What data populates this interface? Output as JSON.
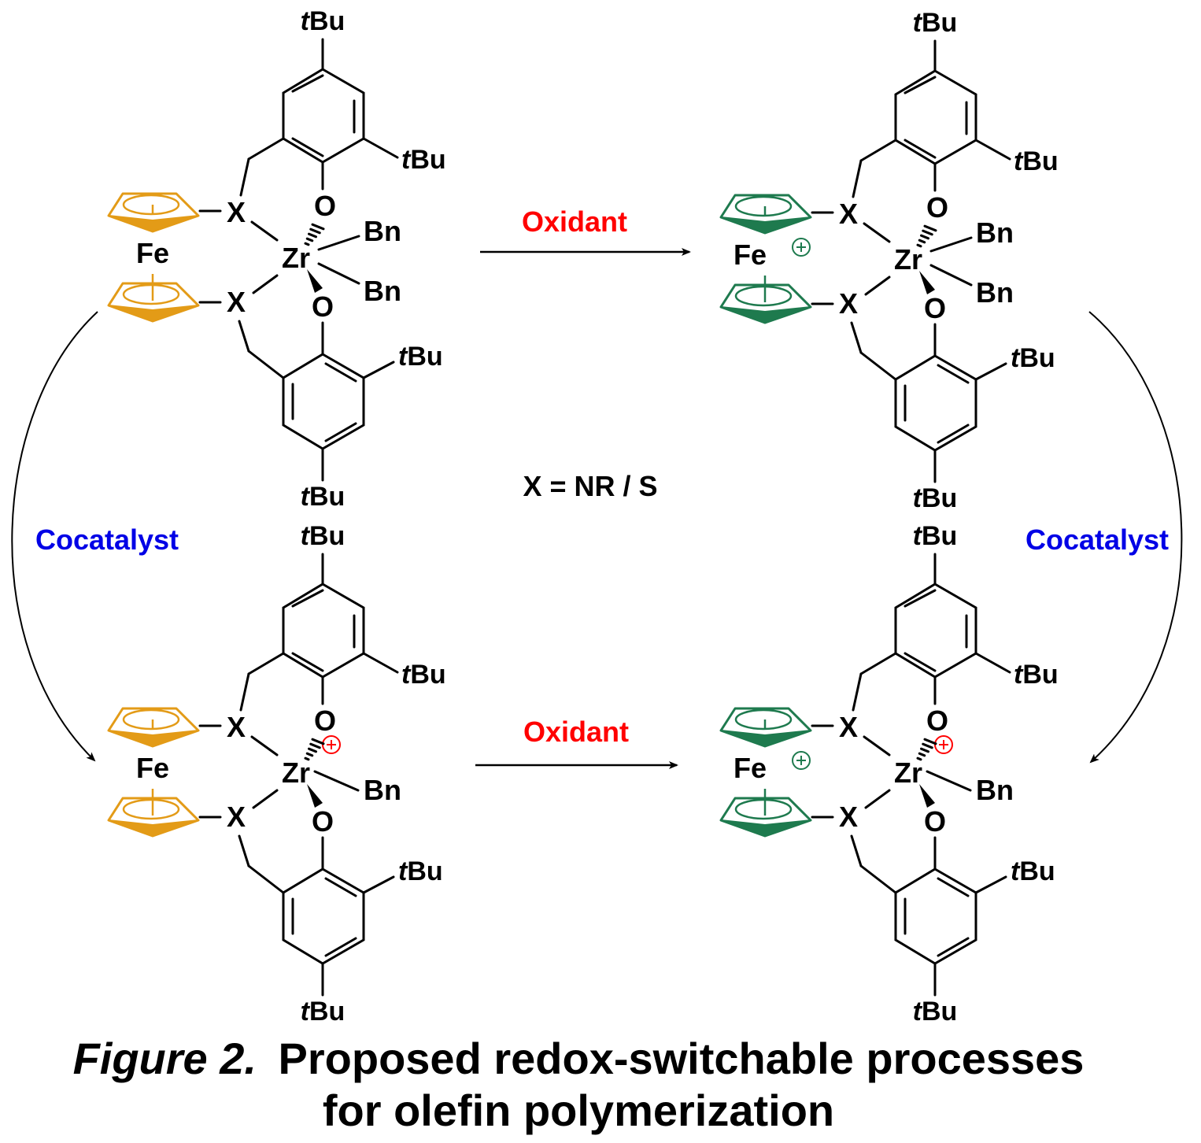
{
  "diagram": {
    "colors": {
      "neutral_fe": "#E39B17",
      "oxidized_fe": "#1E7A4E",
      "zr_cation": "#FF0000",
      "oxidant_label": "#FF0000",
      "cocatalyst_label": "#0000E6",
      "bonds": "#000000"
    },
    "reagents": {
      "oxidant_top": "Oxidant",
      "oxidant_bottom": "Oxidant",
      "cocatalyst_left": "Cocatalyst",
      "cocatalyst_right": "Cocatalyst"
    },
    "legend": "X = NR / S",
    "complexes": [
      {
        "id": "neutral-neutral",
        "position": "top-left",
        "metal_fe": "Fe",
        "fe_charge": "",
        "metal_zr": "Zr",
        "zr_charge": "",
        "ligands": {
          "x_top": "X",
          "x_bottom": "X",
          "o_top": "O",
          "o_bottom": "O",
          "bn1": "Bn",
          "bn2": "Bn",
          "tbu_para_top": "tBu",
          "tbu_ortho_top": "tBu",
          "tbu_ortho_bottom": "tBu",
          "tbu_para_bottom": "tBu"
        }
      },
      {
        "id": "oxidized-neutral",
        "position": "top-right",
        "metal_fe": "Fe",
        "fe_charge": "+",
        "metal_zr": "Zr",
        "zr_charge": "",
        "ligands": {
          "x_top": "X",
          "x_bottom": "X",
          "o_top": "O",
          "o_bottom": "O",
          "bn1": "Bn",
          "bn2": "Bn",
          "tbu_para_top": "tBu",
          "tbu_ortho_top": "tBu",
          "tbu_ortho_bottom": "tBu",
          "tbu_para_bottom": "tBu"
        }
      },
      {
        "id": "neutral-cation",
        "position": "bottom-left",
        "metal_fe": "Fe",
        "fe_charge": "",
        "metal_zr": "Zr",
        "zr_charge": "+",
        "ligands": {
          "x_top": "X",
          "x_bottom": "X",
          "o_top": "O",
          "o_bottom": "O",
          "bn1": "Bn",
          "tbu_para_top": "tBu",
          "tbu_ortho_top": "tBu",
          "tbu_ortho_bottom": "tBu",
          "tbu_para_bottom": "tBu"
        }
      },
      {
        "id": "oxidized-cation",
        "position": "bottom-right",
        "metal_fe": "Fe",
        "fe_charge": "+",
        "metal_zr": "Zr",
        "zr_charge": "+",
        "ligands": {
          "x_top": "X",
          "x_bottom": "X",
          "o_top": "O",
          "o_bottom": "O",
          "bn1": "Bn",
          "tbu_para_top": "tBu",
          "tbu_ortho_top": "tBu",
          "tbu_ortho_bottom": "tBu",
          "tbu_para_bottom": "tBu"
        }
      }
    ]
  },
  "caption": {
    "figure_label": "Figure 2.",
    "line1": "Proposed redox-switchable processes",
    "line2": "for olefin polymerization"
  }
}
